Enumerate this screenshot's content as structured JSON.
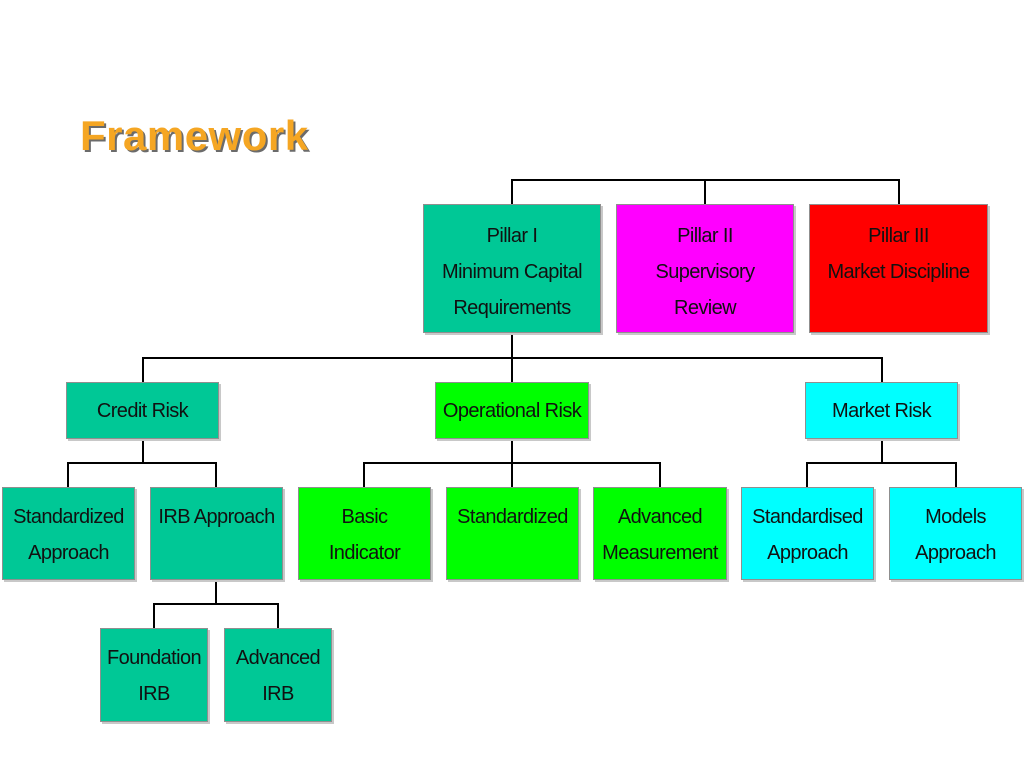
{
  "title": "Framework",
  "pillars": [
    {
      "lines": [
        "Pillar I",
        "Minimum Capital",
        "Requirements"
      ],
      "color": "#00c896"
    },
    {
      "lines": [
        "Pillar II",
        "Supervisory",
        "Review"
      ],
      "color": "#ff00ff"
    },
    {
      "lines": [
        "Pillar III",
        "Market Discipline"
      ],
      "color": "#ff0000"
    }
  ],
  "risks": [
    {
      "label": "Credit Risk",
      "color": "#00c896"
    },
    {
      "label": "Operational Risk",
      "color": "#00ff00"
    },
    {
      "label": "Market Risk",
      "color": "#00ffff"
    }
  ],
  "credit_risk": {
    "standardized": [
      "Standardized",
      "Approach"
    ],
    "irb": [
      "IRB Approach"
    ],
    "foundation_irb": [
      "Foundation",
      "IRB"
    ],
    "advanced_irb": [
      "Advanced",
      "IRB"
    ]
  },
  "operational_risk": {
    "basic_indicator": [
      "Basic",
      "Indicator"
    ],
    "standardized": [
      "Standardized"
    ],
    "advanced_measurement": [
      "Advanced",
      "Measurement"
    ]
  },
  "market_risk": {
    "standardised": [
      "Standardised",
      "Approach"
    ],
    "models": [
      "Models",
      "Approach"
    ]
  }
}
